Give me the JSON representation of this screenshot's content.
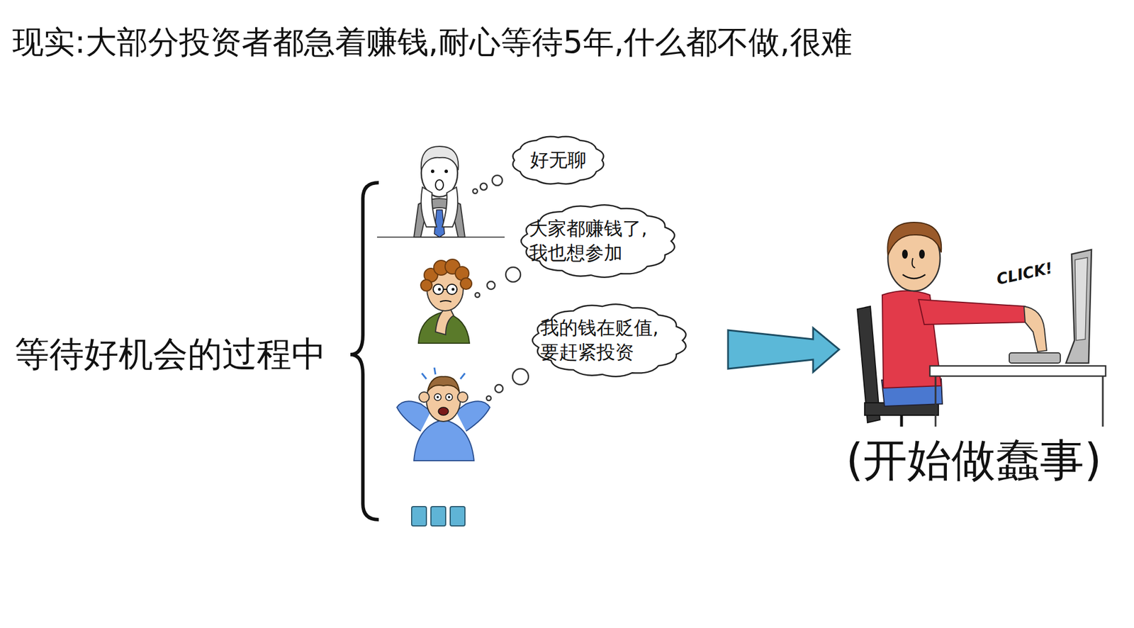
{
  "diagram": {
    "title": "现实:大部分投资者都急着赚钱,耐心等待5年,什么都不做,很难",
    "nodes": [
      {
        "text": [
          "好无聊"
        ]
      },
      {
        "text": [
          "大家都赚钱了, 我也想参加"
        ]
      },
      {
        "text": [
          "我的钱在贬值, 要赶紧投资"
        ]
      }
    ],
    "labels": [
      "等待好机会的过程中",
      "CLICK!",
      "(开始做蠢事)"
    ]
  }
}
